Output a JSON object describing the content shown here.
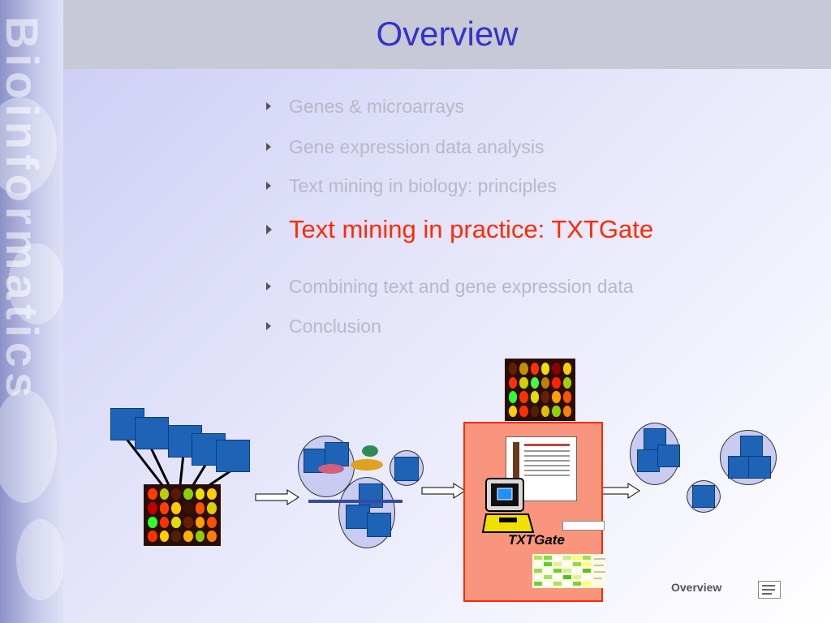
{
  "slide": {
    "title": "Overview",
    "strip_text": "Bioinformatics"
  },
  "bullets": [
    {
      "label": "Genes & microarrays",
      "active": false
    },
    {
      "label": "Gene expression data analysis",
      "active": false
    },
    {
      "label": "Text mining in biology: principles",
      "active": false
    },
    {
      "label": "Text mining in practice: TXTGate",
      "active": true
    },
    {
      "label": "Combining text and gene expression data",
      "active": false
    },
    {
      "label": "Conclusion",
      "active": false
    }
  ],
  "figure": {
    "txtgate_label": "TXTGate"
  },
  "footer": {
    "label": "Overview",
    "icon": "slide-navigation-icon"
  },
  "colors": {
    "title": "#3333cc",
    "active_bullet": "#ff2a00",
    "inactive_bullet": "#b8b8c8",
    "highlight_box": "#f8957c"
  }
}
